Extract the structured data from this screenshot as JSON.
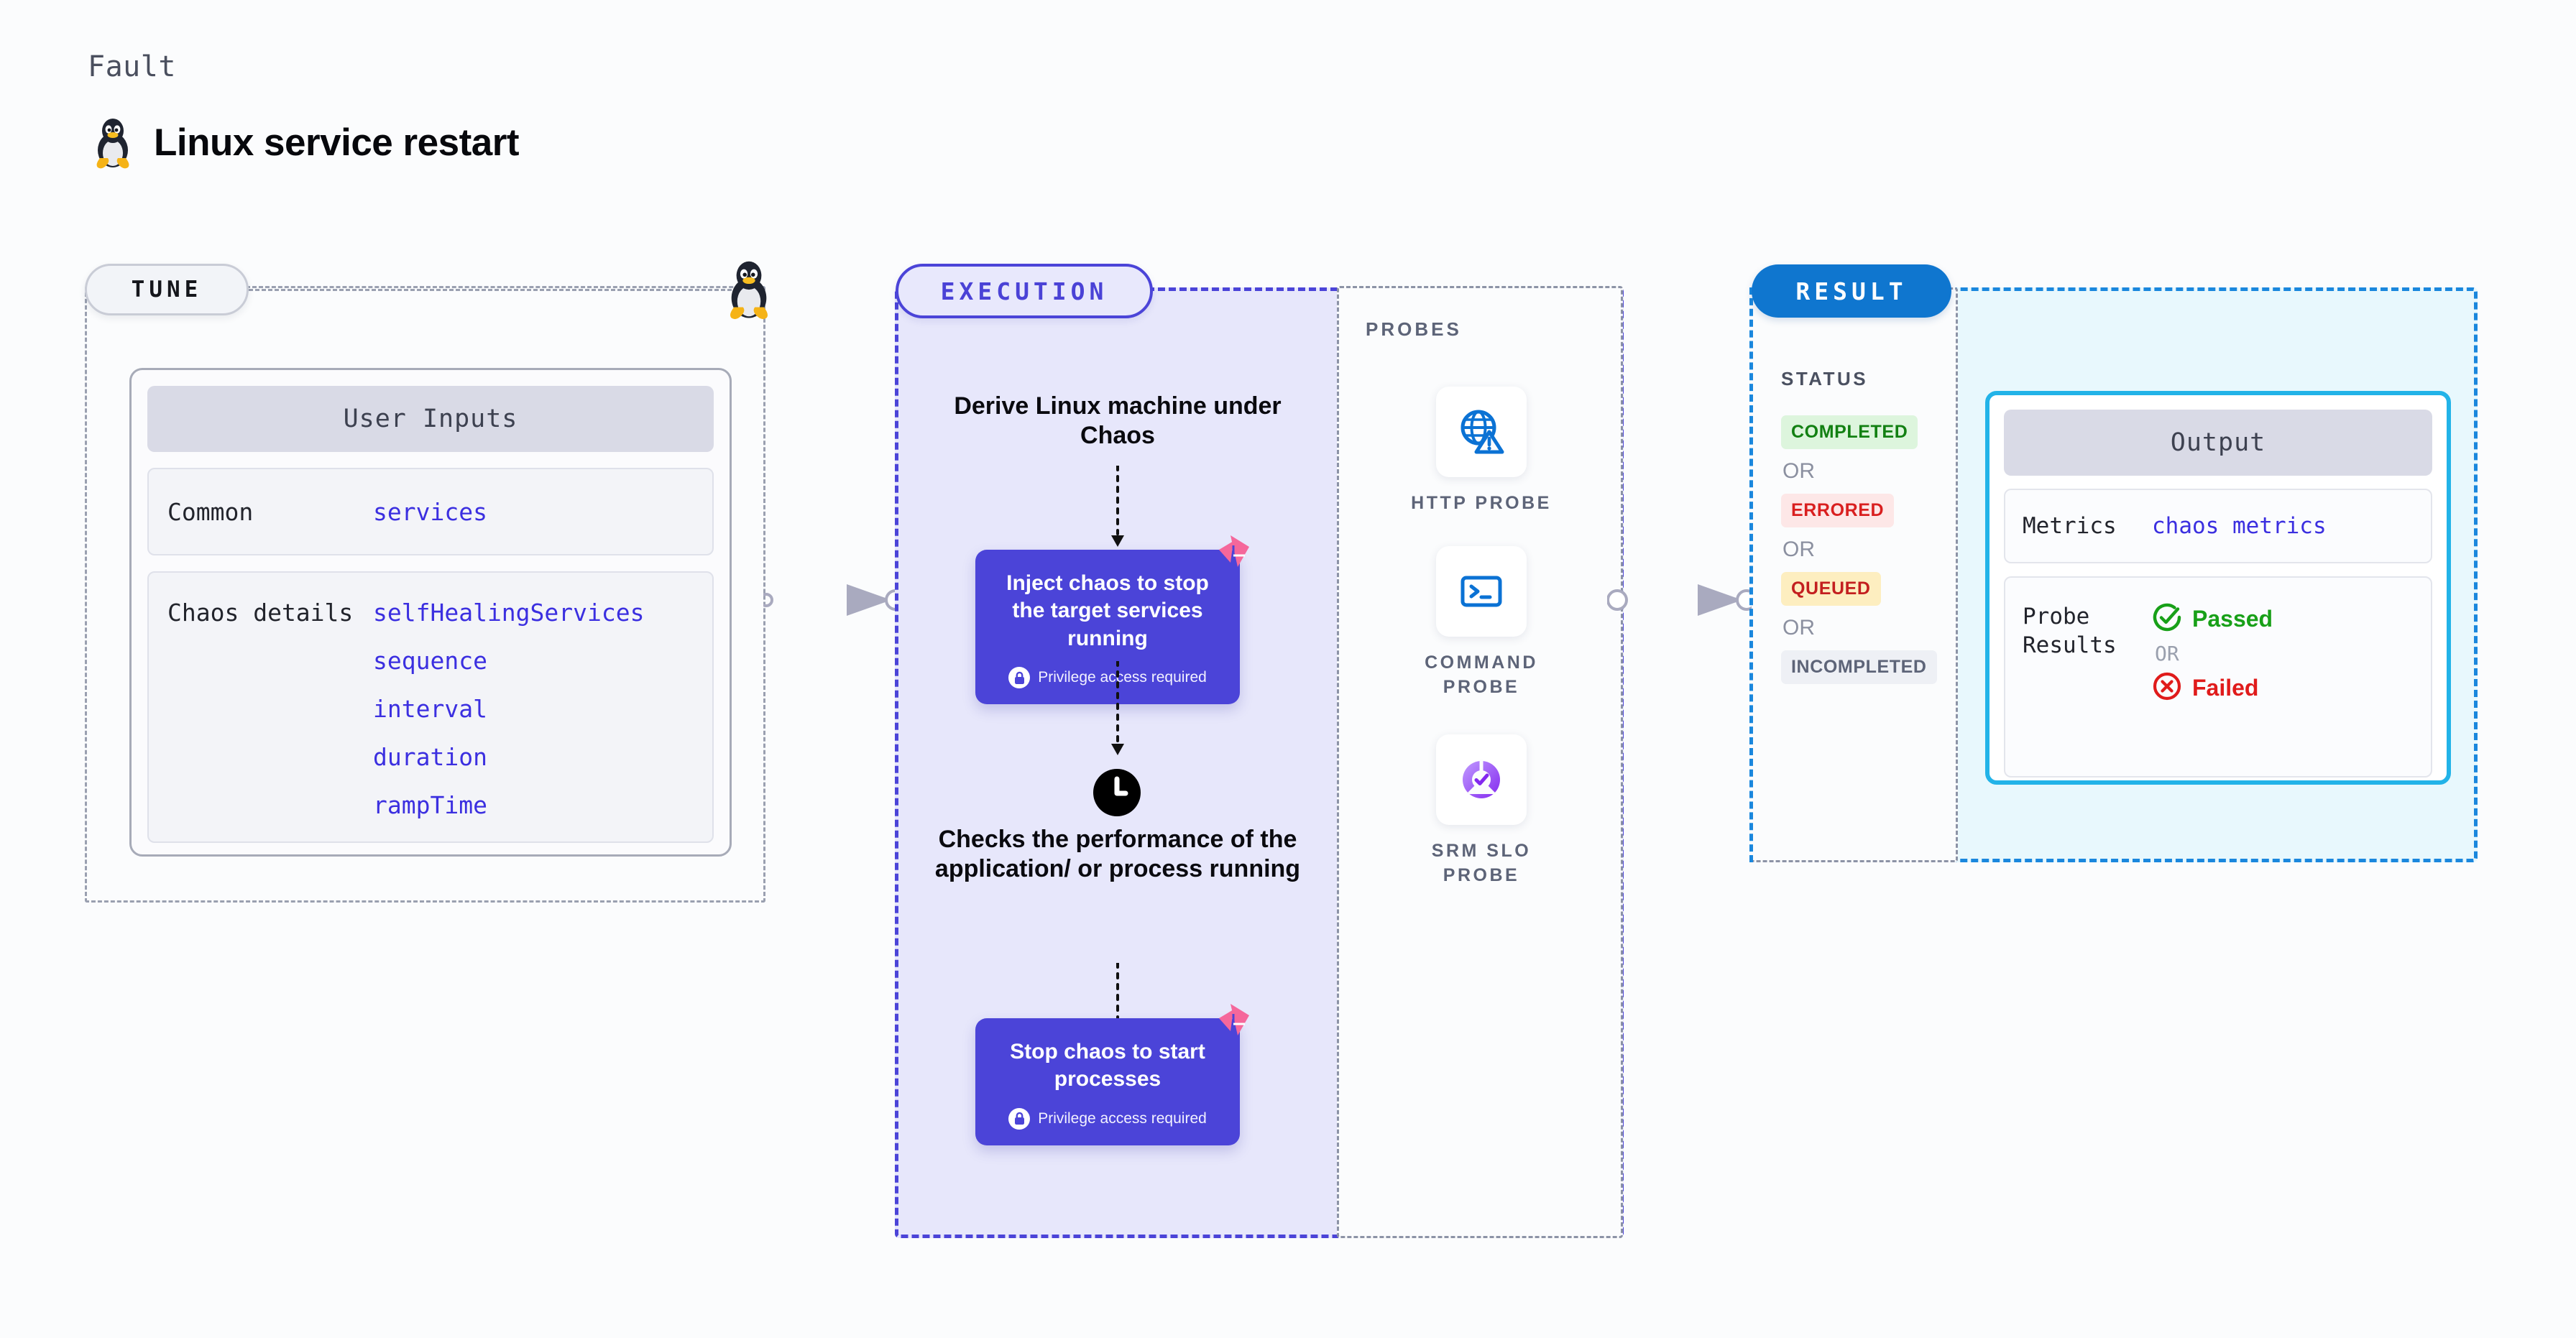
{
  "header": {
    "eyebrow": "Fault",
    "title": "Linux service restart",
    "icon": "linux-tux-penguin"
  },
  "tune": {
    "badge": "TUNE",
    "card_title": "User Inputs",
    "rows": [
      {
        "label": "Common",
        "values": [
          "services"
        ]
      },
      {
        "label": "Chaos details",
        "values": [
          "selfHealingServices",
          "sequence",
          "interval",
          "duration",
          "rampTime"
        ]
      }
    ]
  },
  "execution": {
    "badge": "EXECUTION",
    "step_1_text": "Derive Linux machine under Chaos",
    "card_1": {
      "title": "Inject chaos to stop the target services running",
      "privilege": "Privilege access required"
    },
    "step_2_text": "Checks the performance of the application/ or process running",
    "card_2": {
      "title": "Stop chaos to start processes",
      "privilege": "Privilege access required"
    }
  },
  "probes": {
    "title": "PROBES",
    "items": [
      {
        "label": "HTTP PROBE",
        "icon": "globe-warning-icon"
      },
      {
        "label": "COMMAND PROBE",
        "icon": "terminal-prompt-icon"
      },
      {
        "label": "SRM SLO PROBE",
        "icon": "slo-check-donut-icon"
      }
    ]
  },
  "result": {
    "badge": "RESULT",
    "status_title": "STATUS",
    "or_label": "OR",
    "statuses": [
      {
        "label": "COMPLETED",
        "style": "pill-completed"
      },
      {
        "label": "ERRORED",
        "style": "pill-errored"
      },
      {
        "label": "QUEUED",
        "style": "pill-queued"
      },
      {
        "label": "INCOMPLETED",
        "style": "pill-incompleted"
      }
    ],
    "output": {
      "card_title": "Output",
      "metrics_label": "Metrics",
      "metrics_value": "chaos metrics",
      "probe_results_label": "Probe\nResults",
      "passed_label": "Passed",
      "failed_label": "Failed",
      "or_label": "OR"
    }
  },
  "colors": {
    "background": "#fbfcfd",
    "execution_accent": "#4b44d8",
    "execution_fill": "#e7e7fb",
    "result_accent": "#1a87dd",
    "result_fill": "#e8f8fd",
    "output_border": "#22b3e8",
    "value_text": "#3b2fe0",
    "harness_pink": "#f5679b",
    "passed_green": "#18a018",
    "failed_red": "#e01b1b",
    "arrow_gray": "#a9aabf"
  }
}
